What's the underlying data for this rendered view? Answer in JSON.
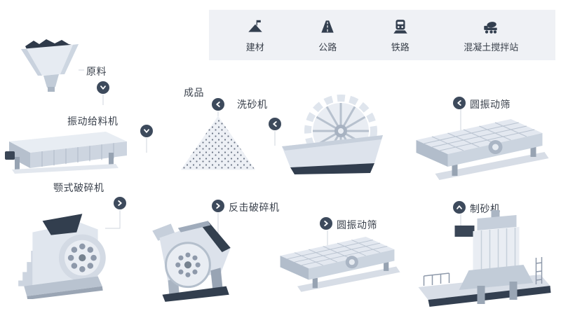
{
  "header": {
    "items": [
      {
        "label": "建材",
        "icon": "building-materials-icon"
      },
      {
        "label": "公路",
        "icon": "highway-icon"
      },
      {
        "label": "铁路",
        "icon": "railway-icon"
      },
      {
        "label": "混凝土搅拌站",
        "icon": "concrete-mixing-plant-icon"
      }
    ]
  },
  "nodes": {
    "raw_material": {
      "label": "原料",
      "arrow": "down"
    },
    "vibrating_feeder": {
      "label": "振动给料机",
      "arrow": "down"
    },
    "finished_product": {
      "label": "成品",
      "arrow": "left"
    },
    "sand_washer": {
      "label": "洗砂机",
      "arrow": "left"
    },
    "screen_top": {
      "label": "圆振动筛",
      "arrow": "left"
    },
    "jaw_crusher": {
      "label": "颚式破碎机",
      "arrow": "right"
    },
    "impact_crusher": {
      "label": "反击破碎机",
      "arrow": "right"
    },
    "screen_bottom": {
      "label": "圆振动筛",
      "arrow": "right"
    },
    "sand_maker": {
      "label": "制砂机",
      "arrow": "up"
    }
  },
  "colors": {
    "badge": "#3d4a5c",
    "header_bg": "#eff1f5",
    "label_text": "#3a414c",
    "machine_light": "#e9edf3",
    "machine_dark": "#323e4e"
  }
}
